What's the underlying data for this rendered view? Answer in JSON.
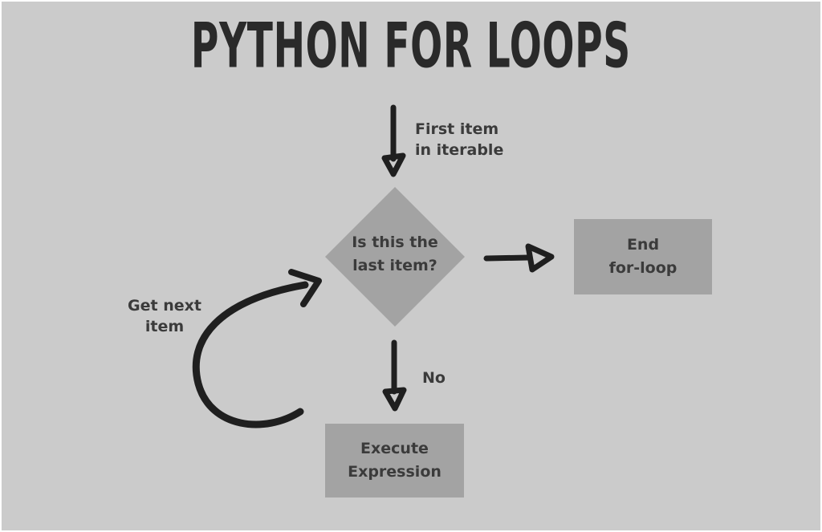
{
  "title": "PYTHON FOR LOOPS",
  "nodes": {
    "decision": {
      "line1": "Is this the",
      "line2": "last item?"
    },
    "end": {
      "line1": "End",
      "line2": "for-loop"
    },
    "execute": {
      "line1": "Execute",
      "line2": "Expression"
    }
  },
  "labels": {
    "start": {
      "line1": "First item",
      "line2": "in iterable"
    },
    "no": "No",
    "loop": {
      "line1": "Get next",
      "line2": "item"
    }
  },
  "icons": {
    "start_arrow": "arrow-down-icon",
    "end_arrow": "arrow-right-icon",
    "no_arrow": "arrow-down-icon",
    "loop_arrow": "curved-arrow-up-right-icon"
  },
  "colors": {
    "background": "#cbcbcb",
    "shape": "#a3a3a3",
    "title": "#2a2a2a",
    "text": "#3b3b3b",
    "arrow": "#1f1f1f"
  }
}
